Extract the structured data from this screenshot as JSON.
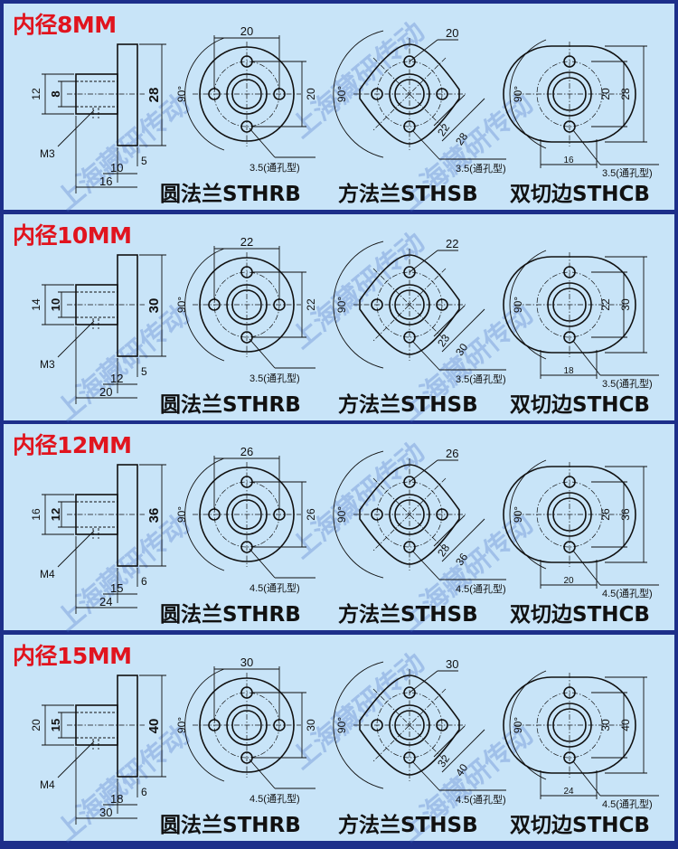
{
  "watermark": "上海藏研传动",
  "panels": [
    {
      "title": "内径8MM",
      "side": {
        "outer": "12",
        "inner": "8",
        "flange": "28",
        "thread": "M3",
        "thick": "5",
        "a": "10",
        "b": "16"
      },
      "round": {
        "pcd": "20",
        "dim": "20",
        "angle": "90°",
        "hole": "3.5(通孔型)"
      },
      "square": {
        "top": "20",
        "d1": "22",
        "d2": "28",
        "angle": "90°",
        "hole": "3.5(通孔型)"
      },
      "double": {
        "v1": "20",
        "v2": "28",
        "w": "16",
        "angle": "90°",
        "hole": "3.5(通孔型)"
      },
      "labels": {
        "round": "圆法兰STHRB",
        "square": "方法兰STHSB",
        "double": "双切边STHCB"
      }
    },
    {
      "title": "内径10MM",
      "side": {
        "outer": "14",
        "inner": "10",
        "flange": "30",
        "thread": "M3",
        "thick": "5",
        "a": "12",
        "b": "20"
      },
      "round": {
        "pcd": "22",
        "dim": "22",
        "angle": "90°",
        "hole": "3.5(通孔型)"
      },
      "square": {
        "top": "22",
        "d1": "23",
        "d2": "30",
        "angle": "90°",
        "hole": "3.5(通孔型)"
      },
      "double": {
        "v1": "22",
        "v2": "30",
        "w": "18",
        "angle": "90°",
        "hole": "3.5(通孔型)"
      },
      "labels": {
        "round": "圆法兰STHRB",
        "square": "方法兰STHSB",
        "double": "双切边STHCB"
      }
    },
    {
      "title": "内径12MM",
      "side": {
        "outer": "16",
        "inner": "12",
        "flange": "36",
        "thread": "M4",
        "thick": "6",
        "a": "15",
        "b": "24"
      },
      "round": {
        "pcd": "26",
        "dim": "26",
        "angle": "90°",
        "hole": "4.5(通孔型)"
      },
      "square": {
        "top": "26",
        "d1": "28",
        "d2": "36",
        "angle": "90°",
        "hole": "4.5(通孔型)"
      },
      "double": {
        "v1": "26",
        "v2": "36",
        "w": "20",
        "angle": "90°",
        "hole": "4.5(通孔型)"
      },
      "labels": {
        "round": "圆法兰STHRB",
        "square": "方法兰STHSB",
        "double": "双切边STHCB"
      }
    },
    {
      "title": "内径15MM",
      "side": {
        "outer": "20",
        "inner": "15",
        "flange": "40",
        "thread": "M4",
        "thick": "6",
        "a": "18",
        "b": "30"
      },
      "round": {
        "pcd": "30",
        "dim": "30",
        "angle": "90°",
        "hole": "4.5(通孔型)"
      },
      "square": {
        "top": "30",
        "d1": "32",
        "d2": "40",
        "angle": "90°",
        "hole": "4.5(通孔型)"
      },
      "double": {
        "v1": "30",
        "v2": "40",
        "w": "24",
        "angle": "90°",
        "hole": "4.5(通孔型)"
      },
      "labels": {
        "round": "圆法兰STHRB",
        "square": "方法兰STHSB",
        "double": "双切边STHCB"
      }
    }
  ]
}
